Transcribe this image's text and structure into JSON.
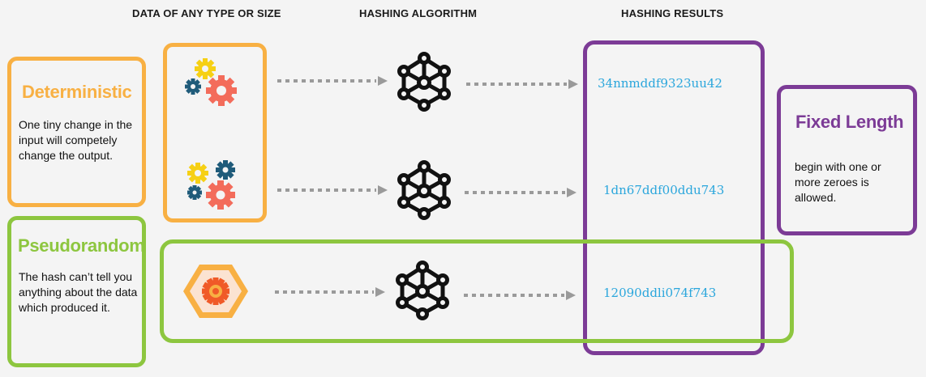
{
  "headers": {
    "data": "DATA OF ANY TYPE OR SIZE",
    "algorithm": "HASHING ALGORITHM",
    "results": "HASHING RESULTS"
  },
  "cards": {
    "deterministic": {
      "title": "Deterministic",
      "text": "One tiny change in the input will competely change the output."
    },
    "pseudorandom": {
      "title": "Pseudorandom",
      "text": "The hash can’t tell you anything about the data which produced it."
    },
    "fixed_length": {
      "title": "Fixed Length",
      "text": "begin with one or more zeroes is allowed."
    }
  },
  "hashes": [
    "34nnmddf9323uu42",
    "1dn67ddf00ddu743",
    "12090ddli074f743"
  ],
  "colors": {
    "orange": "#f8b043",
    "green": "#8dc63f",
    "purple": "#7c3b96",
    "hash": "#2aa6dc",
    "arrow": "#9a9a9a"
  },
  "icons": [
    "gears-icon",
    "gears-icon",
    "hexagon-gear-icon",
    "network-icon",
    "arrow-icon"
  ]
}
